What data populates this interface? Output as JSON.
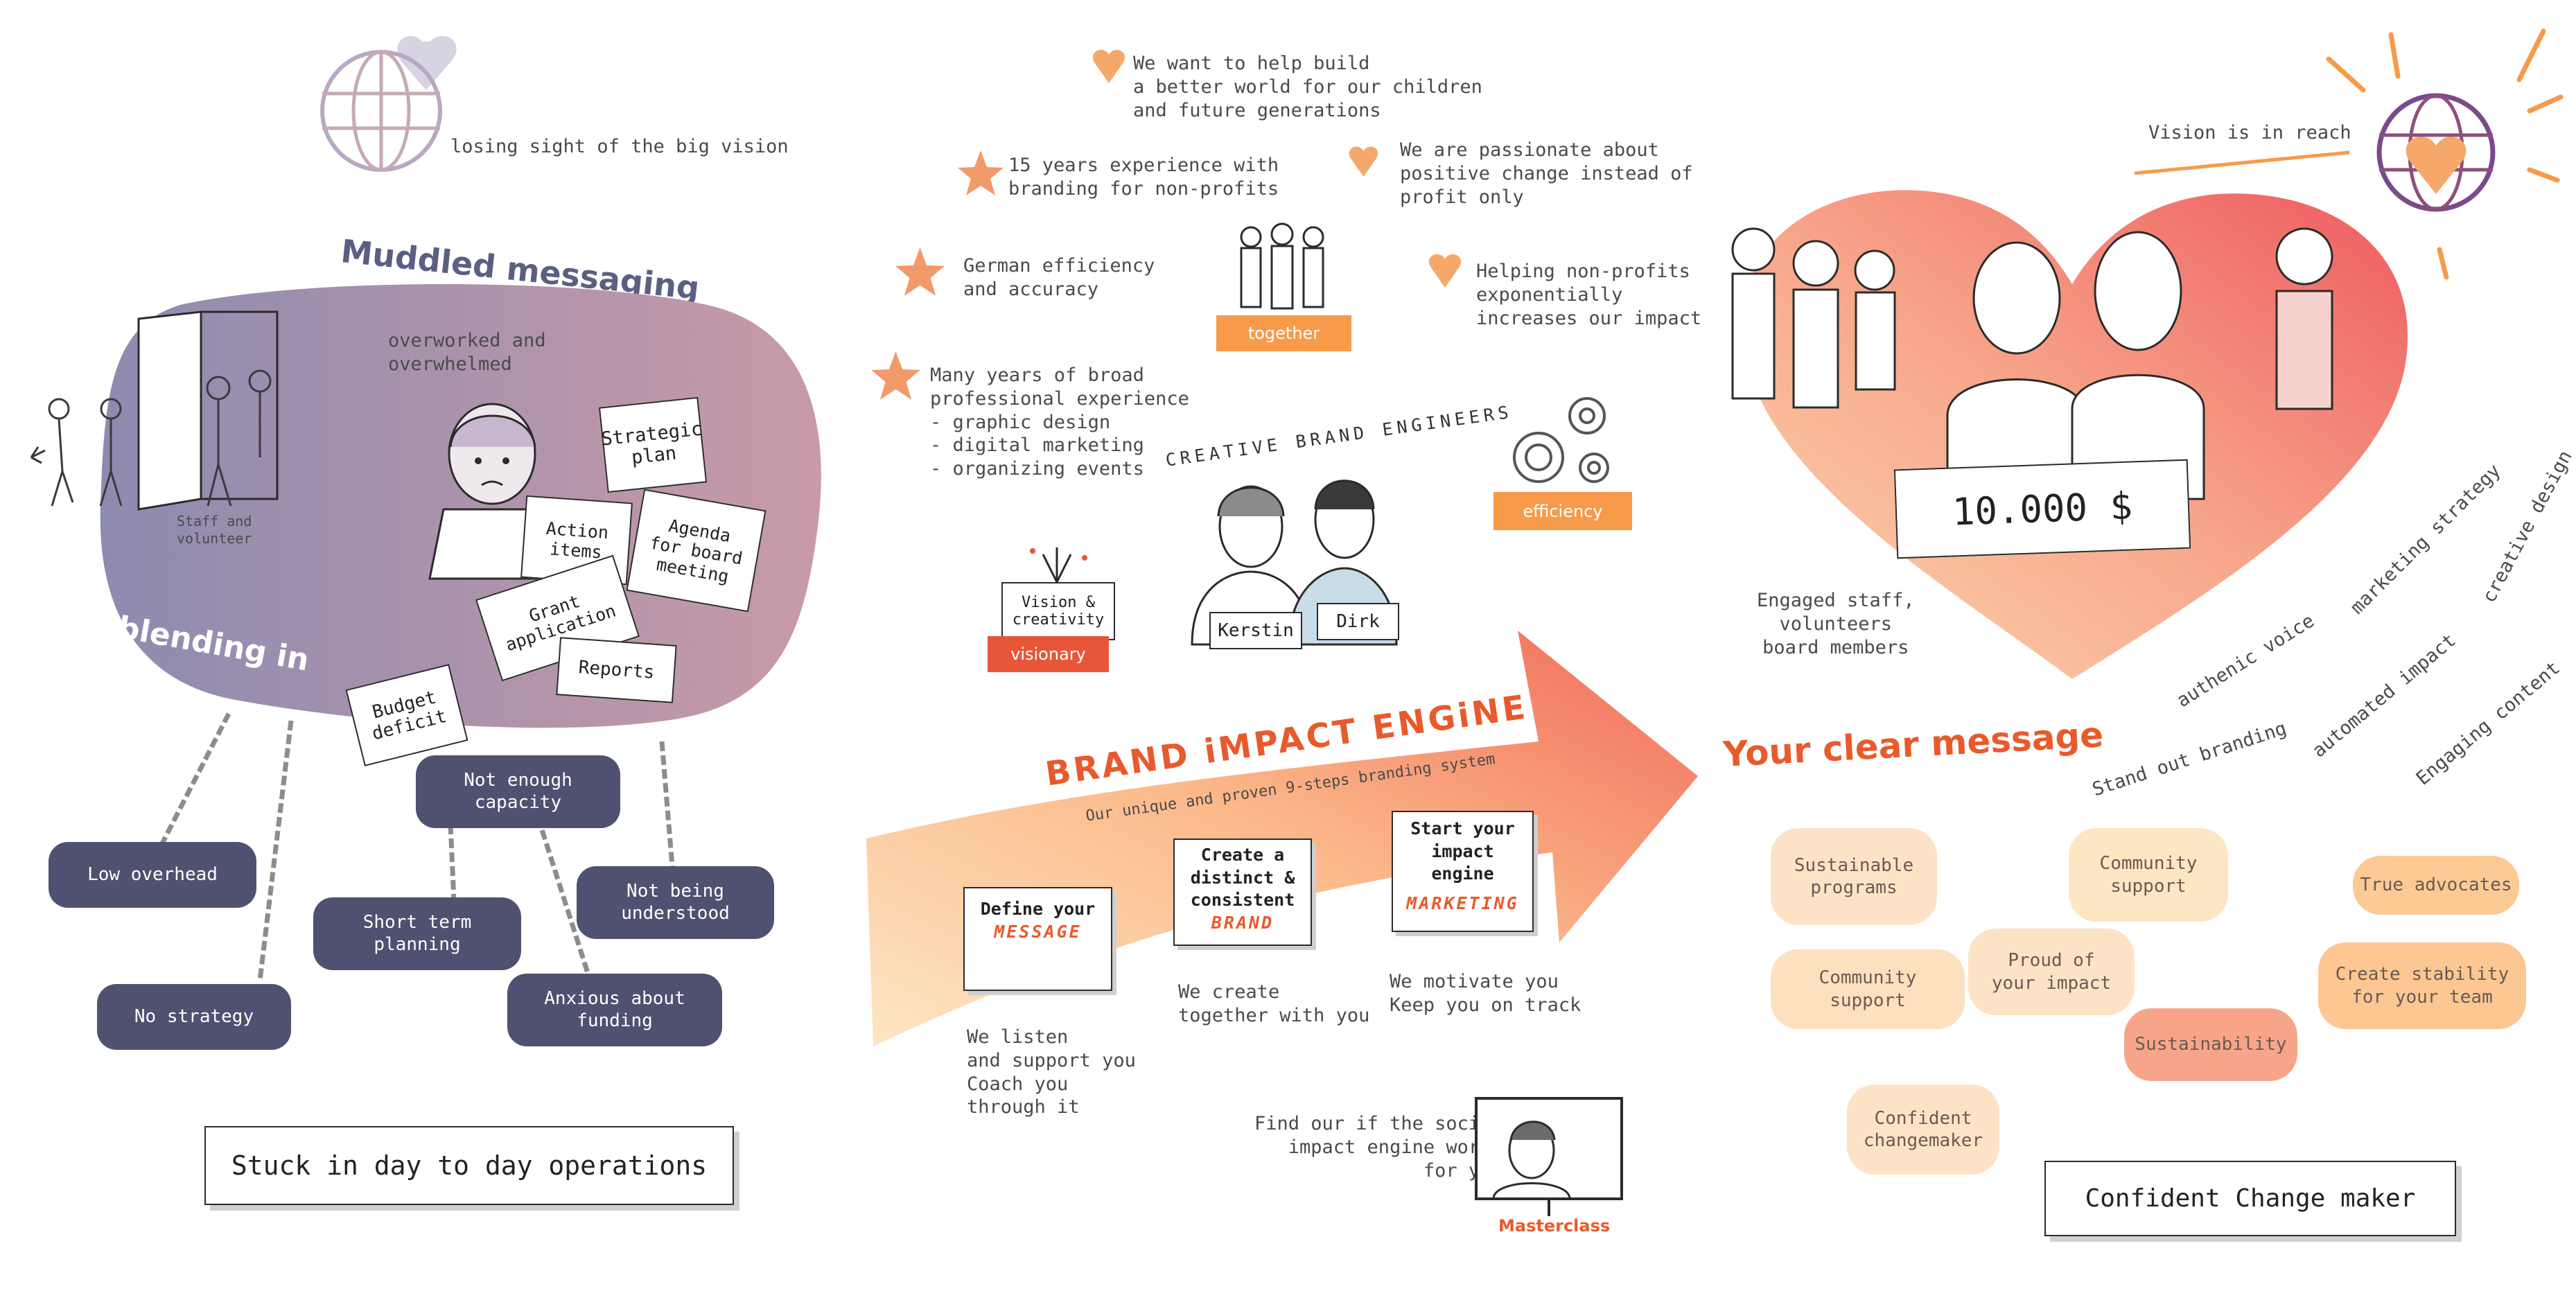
{
  "colors": {
    "dark_slate": "#4f5170",
    "muddled_gradient_start": "#8e8bb0",
    "muddled_gradient_end": "#c99aa8",
    "orange": "#e85a2c",
    "peach": "#f6a86a",
    "heart": "#f06a5a",
    "tag_orange": "#f79a4a",
    "tag_red": "#e8563a"
  },
  "left": {
    "globe_caption": "losing sight of the big vision",
    "muddled_title": "Muddled messaging",
    "overworked": "overworked and\noverwhelmed",
    "staff_label": "Staff and\nvolunteer",
    "blending_in": "blending in",
    "docs": {
      "strategic_plan": "Strategic\nplan",
      "action_items": "Action\nitems",
      "agenda": "Agenda\nfor board\nmeeting",
      "grant": "Grant\napplication",
      "reports": "Reports",
      "budget": "Budget\ndeficit"
    },
    "pills": {
      "not_enough_capacity": "Not enough\ncapacity",
      "low_overhead": "Low overhead",
      "not_understood": "Not being\nunderstood",
      "short_term": "Short term\nplanning",
      "no_strategy": "No strategy",
      "anxious": "Anxious about\nfunding"
    },
    "stuck_box": "Stuck in day to day operations"
  },
  "middle": {
    "heart_text_1": "We want to help build\na better world for our children\nand future generations",
    "heart_text_2": "We are passionate about\npositive change instead of\nprofit only",
    "heart_text_3": "Helping non-profits\nexponentially\nincreases our impact",
    "star_text_1": "15 years experience with\nbranding for non-profits",
    "star_text_2": "German efficiency\nand accuracy",
    "star_text_3": "Many years of broad\nprofessional experience\n- graphic design\n- digital marketing\n- organizing events",
    "together": "together",
    "efficiency": "efficiency",
    "creative_brand_engineers": "CREATIVE BRAND ENGINEERS",
    "vision_box": "Vision &\ncreativity",
    "visionary": "visionary",
    "name_kerstin": "Kerstin",
    "name_dirk": "Dirk",
    "engine_title": "BRAND iMPACT ENGiNE",
    "engine_subtitle": "Our unique and proven 9-steps branding system",
    "step1": {
      "line": "Define your",
      "accent": "MESSAGE",
      "caption": "We listen\nand support you\nCoach you\nthrough it"
    },
    "step2": {
      "line": "Create a\ndistinct &\nconsistent",
      "accent": "BRAND",
      "caption": "We create\ntogether with you"
    },
    "step3": {
      "line": "Start your\nimpact\nengine",
      "accent": "MARKETING",
      "caption": "We motivate you\nKeep you on track"
    },
    "masterclass_text": "Find our if the social\nimpact engine works\nfor you",
    "masterclass": "Masterclass"
  },
  "right": {
    "vision_reach": "Vision is in reach",
    "cheque": "10.000 $",
    "engaged": "Engaged staff,\nvolunteers\nboard members",
    "clear_message": "Your clear message",
    "diagonals": {
      "authentic_voice": "authenic voice",
      "marketing_strategy": "marketing strategy",
      "creative_design": "creative design",
      "stand_out": "Stand out branding",
      "automated_impact": "automated impact",
      "engaging_content": "Engaging content"
    },
    "bubbles": {
      "sustainable_programs": "Sustainable\nprograms",
      "community_support_1": "Community\nsupport",
      "true_advocates": "True advocates",
      "community_support_2": "Community\nsupport",
      "proud": "Proud of\nyour impact",
      "stability": "Create stability\nfor your team",
      "sustainability": "Sustainability",
      "confident": "Confident\nchangemaker"
    },
    "confident_box": "Confident Change maker"
  }
}
